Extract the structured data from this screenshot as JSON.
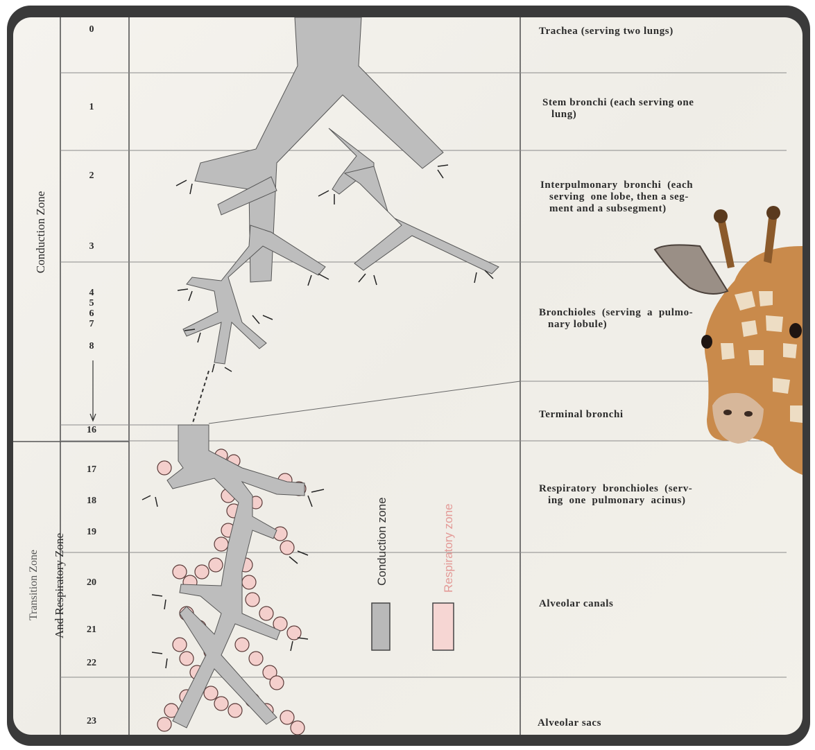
{
  "zones": {
    "conduction": "Conduction  Zone",
    "transitional_line1": "Transition  Zone",
    "transitional_line2": "And  Respiratory  Zone"
  },
  "generations": [
    "0",
    "1",
    "2",
    "3",
    "4",
    "5",
    "6",
    "7",
    "8",
    "16",
    "17",
    "18",
    "19",
    "20",
    "21",
    "22",
    "23"
  ],
  "descriptions": {
    "trachea": "Trachea (serving two lungs)",
    "stem": "Stem bronchi (each serving one\n   lung)",
    "interpulmonary": "Interpulmonary  bronchi  (each\n   serving  one lobe, then a seg-\n   ment and a subsegment)",
    "bronchioles": "Bronchioles  (serving  a  pulmo-\n   nary lobule)",
    "terminal": "Terminal bronchi",
    "respiratory": "Respiratory  bronchioles  (serv-\n   ing  one  pulmonary  acinus)",
    "alveolar_canals": "Alveolar canals",
    "alveolar_sacs": "Alveolar sacs"
  },
  "legend": {
    "conduction_label": "Conduction zone",
    "respiratory_label": "Respiratory zone",
    "conduction_color": "#b9b9b9",
    "respiratory_color": "#f6d6d3"
  },
  "colors": {
    "frame": "#3a3a3a",
    "paper": "#f3f1ec",
    "airway": "#bdbdbd",
    "alveoli": "#f4cfcc",
    "giraffe": "#b9773a"
  },
  "overlay": {
    "image": "giraffe-head"
  }
}
